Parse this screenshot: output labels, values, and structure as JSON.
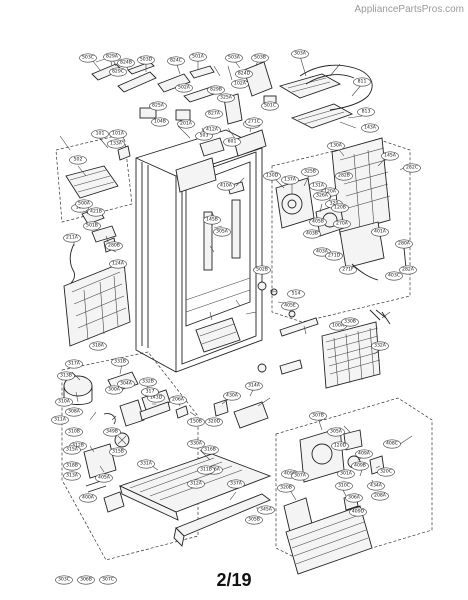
{
  "header": {
    "watermark": "AppliancePartsPros.com"
  },
  "footer": {
    "page_number": "2/19"
  },
  "callouts": [
    "503C",
    "829A",
    "824B",
    "503D",
    "829C",
    "824C",
    "501A",
    "503A",
    "503B",
    "824D",
    "102A",
    "829B",
    "827A",
    "501C",
    "502A",
    "825A",
    "104B",
    "101A",
    "101",
    "503",
    "303A",
    "201A",
    "412A",
    "325A",
    "601",
    "271B",
    "130A",
    "145A",
    "282C",
    "811",
    "813",
    "143A",
    "502",
    "133A",
    "501B",
    "421B",
    "102",
    "500A",
    "280B",
    "211A",
    "124A",
    "271C",
    "410A",
    "145B",
    "305A",
    "130D",
    "137A",
    "325B",
    "131A",
    "120A",
    "320",
    "326A",
    "405B",
    "403B",
    "403A",
    "120B",
    "271F",
    "282B",
    "271D",
    "401A",
    "270A",
    "280A",
    "282A",
    "502B",
    "514",
    "403C",
    "405E",
    "100A",
    "330B",
    "332A",
    "317A",
    "318A",
    "331B",
    "332B",
    "143D",
    "206A",
    "150B",
    "430A",
    "314A",
    "313B",
    "311A",
    "310A",
    "300A",
    "304A",
    "305C",
    "308A",
    "405A",
    "400A",
    "320D",
    "310B",
    "312B",
    "349B",
    "315B",
    "331A",
    "330A",
    "316B",
    "316A",
    "315A",
    "318B",
    "313A",
    "312A",
    "311B",
    "337A",
    "345A",
    "305B",
    "317",
    "307B",
    "305A",
    "120D",
    "409A",
    "409B",
    "434A",
    "408C",
    "320C",
    "301A",
    "320B",
    "409C",
    "307A",
    "310C",
    "306A",
    "409D",
    "208A",
    "303C",
    "306B",
    "307C"
  ]
}
